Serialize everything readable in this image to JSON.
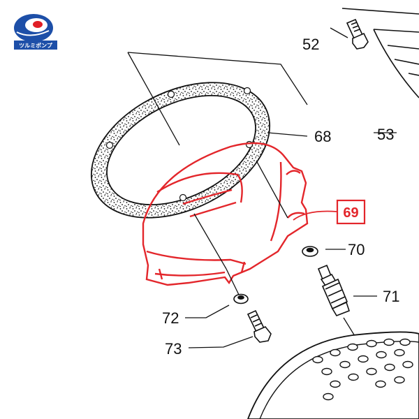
{
  "logo": {
    "text": "ツルミポンプ"
  },
  "colors": {
    "ink": "#111111",
    "highlight": "#e3262b",
    "brand_blue": "#1d4fa8",
    "brand_red": "#e01f26"
  },
  "parts": [
    {
      "id": "52",
      "label": "52"
    },
    {
      "id": "53",
      "label": "53"
    },
    {
      "id": "68",
      "label": "68"
    },
    {
      "id": "69",
      "label": "69",
      "highlighted": true
    },
    {
      "id": "70",
      "label": "70"
    },
    {
      "id": "71",
      "label": "71"
    },
    {
      "id": "72",
      "label": "72"
    },
    {
      "id": "73",
      "label": "73"
    }
  ]
}
